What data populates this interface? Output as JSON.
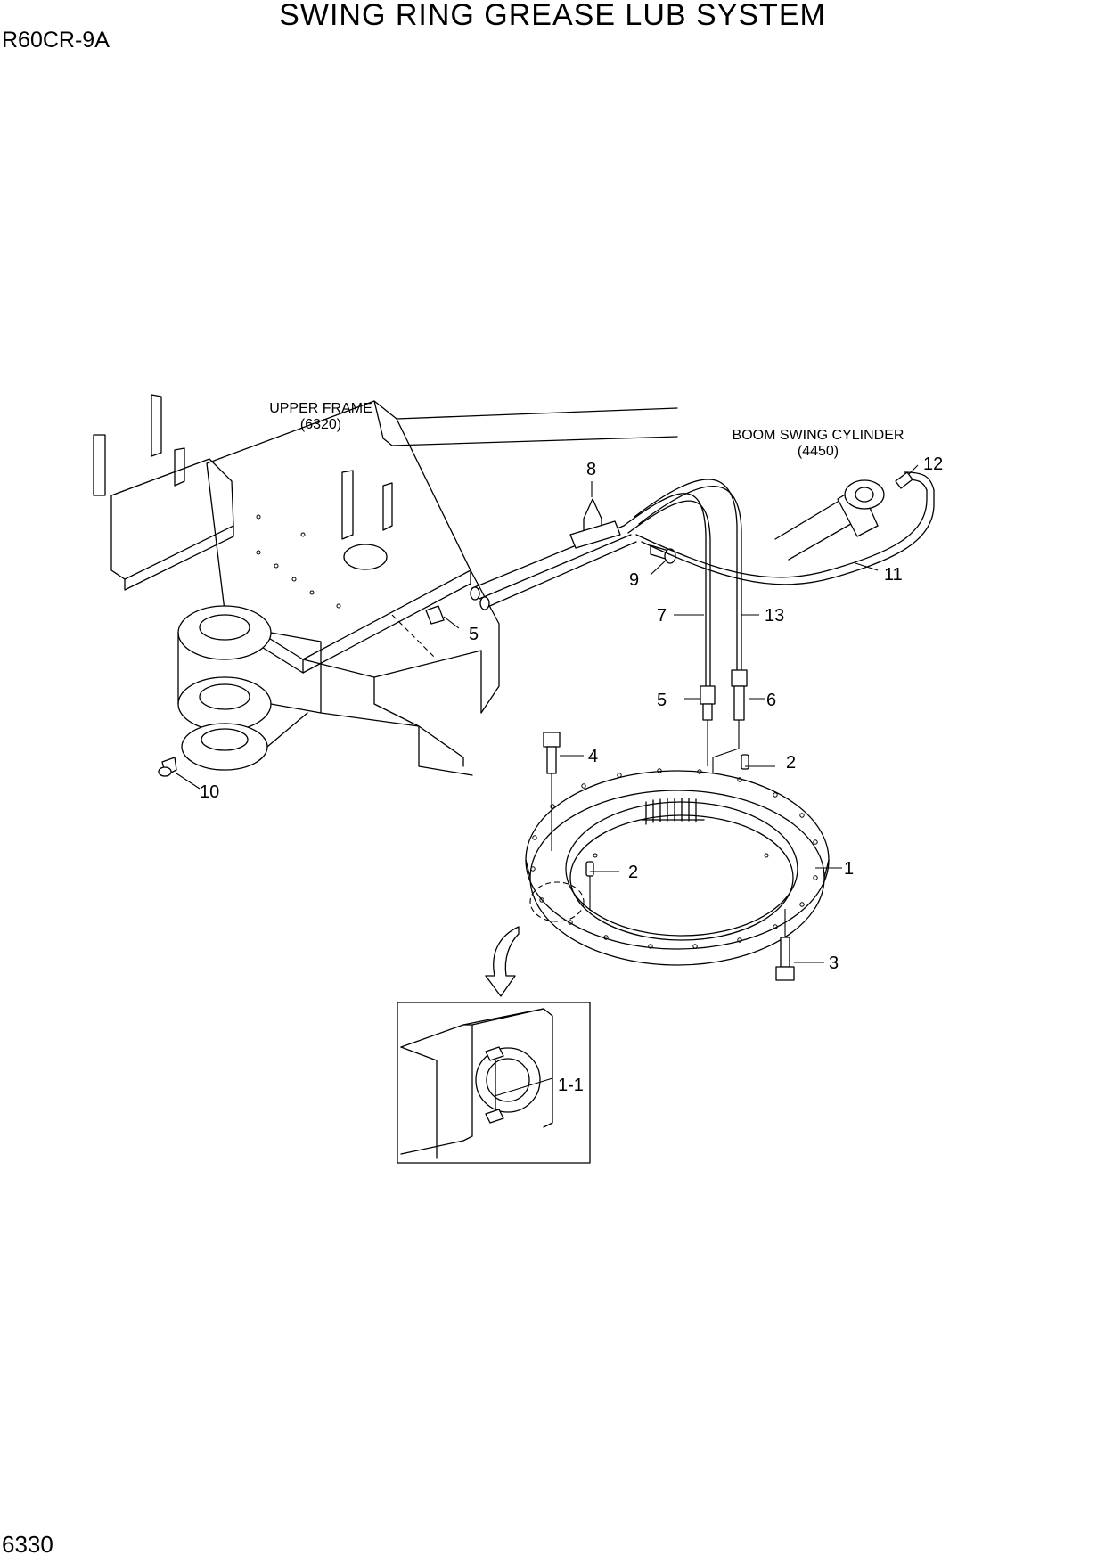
{
  "header": {
    "title": "SWING RING GREASE LUB SYSTEM",
    "model": "R60CR-9A"
  },
  "footer": {
    "page_number": "6330"
  },
  "references": {
    "upper_frame": {
      "name": "UPPER FRAME",
      "code": "(6320)"
    },
    "boom_swing_cylinder": {
      "name": "BOOM SWING CYLINDER",
      "code": "(4450)"
    }
  },
  "callouts": {
    "c1": "1",
    "c1_1": "1-1",
    "c2a": "2",
    "c2b": "2",
    "c3": "3",
    "c4": "4",
    "c5a": "5",
    "c5b": "5",
    "c6": "6",
    "c7": "7",
    "c8": "8",
    "c9": "9",
    "c10": "10",
    "c11": "11",
    "c12": "12",
    "c13": "13"
  }
}
